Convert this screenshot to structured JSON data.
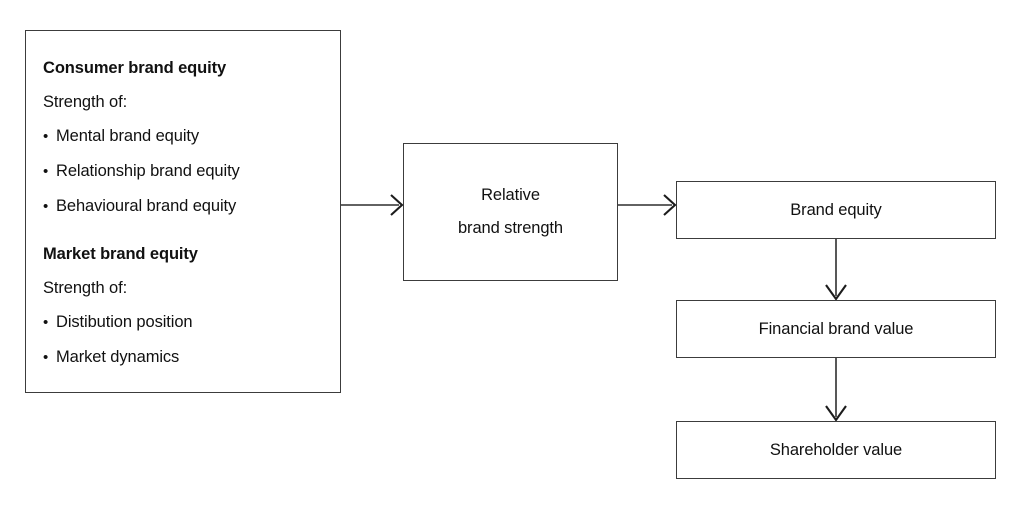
{
  "diagram": {
    "background_color": "#ffffff",
    "line_color": "#3c3c3c",
    "text_color": "#111111",
    "nodes": {
      "inputs": {
        "groups": [
          {
            "heading": "Consumer brand equity",
            "sub_label": "Strength of:",
            "bullets": [
              "Mental brand equity",
              "Relationship brand equity",
              "Behavioural brand equity"
            ]
          },
          {
            "heading": "Market brand equity",
            "sub_label": "Strength of:",
            "bullets": [
              "Distibution position",
              "Market dynamics"
            ]
          }
        ],
        "bullet_glyph": "•"
      },
      "relative_strength": {
        "line1": "Relative",
        "line2": "brand strength"
      },
      "brand_equity": {
        "label": "Brand equity"
      },
      "financial_brand_value": {
        "label": "Financial brand value"
      },
      "shareholder_value": {
        "label": "Shareholder value"
      }
    },
    "connectors": [
      {
        "name": "inputs-to-strength",
        "direction": "right",
        "head": "open-v"
      },
      {
        "name": "strength-to-equity",
        "direction": "right",
        "head": "open-v"
      },
      {
        "name": "equity-to-financial",
        "direction": "down",
        "head": "open-v"
      },
      {
        "name": "financial-to-shareholder",
        "direction": "down",
        "head": "open-v"
      }
    ]
  }
}
